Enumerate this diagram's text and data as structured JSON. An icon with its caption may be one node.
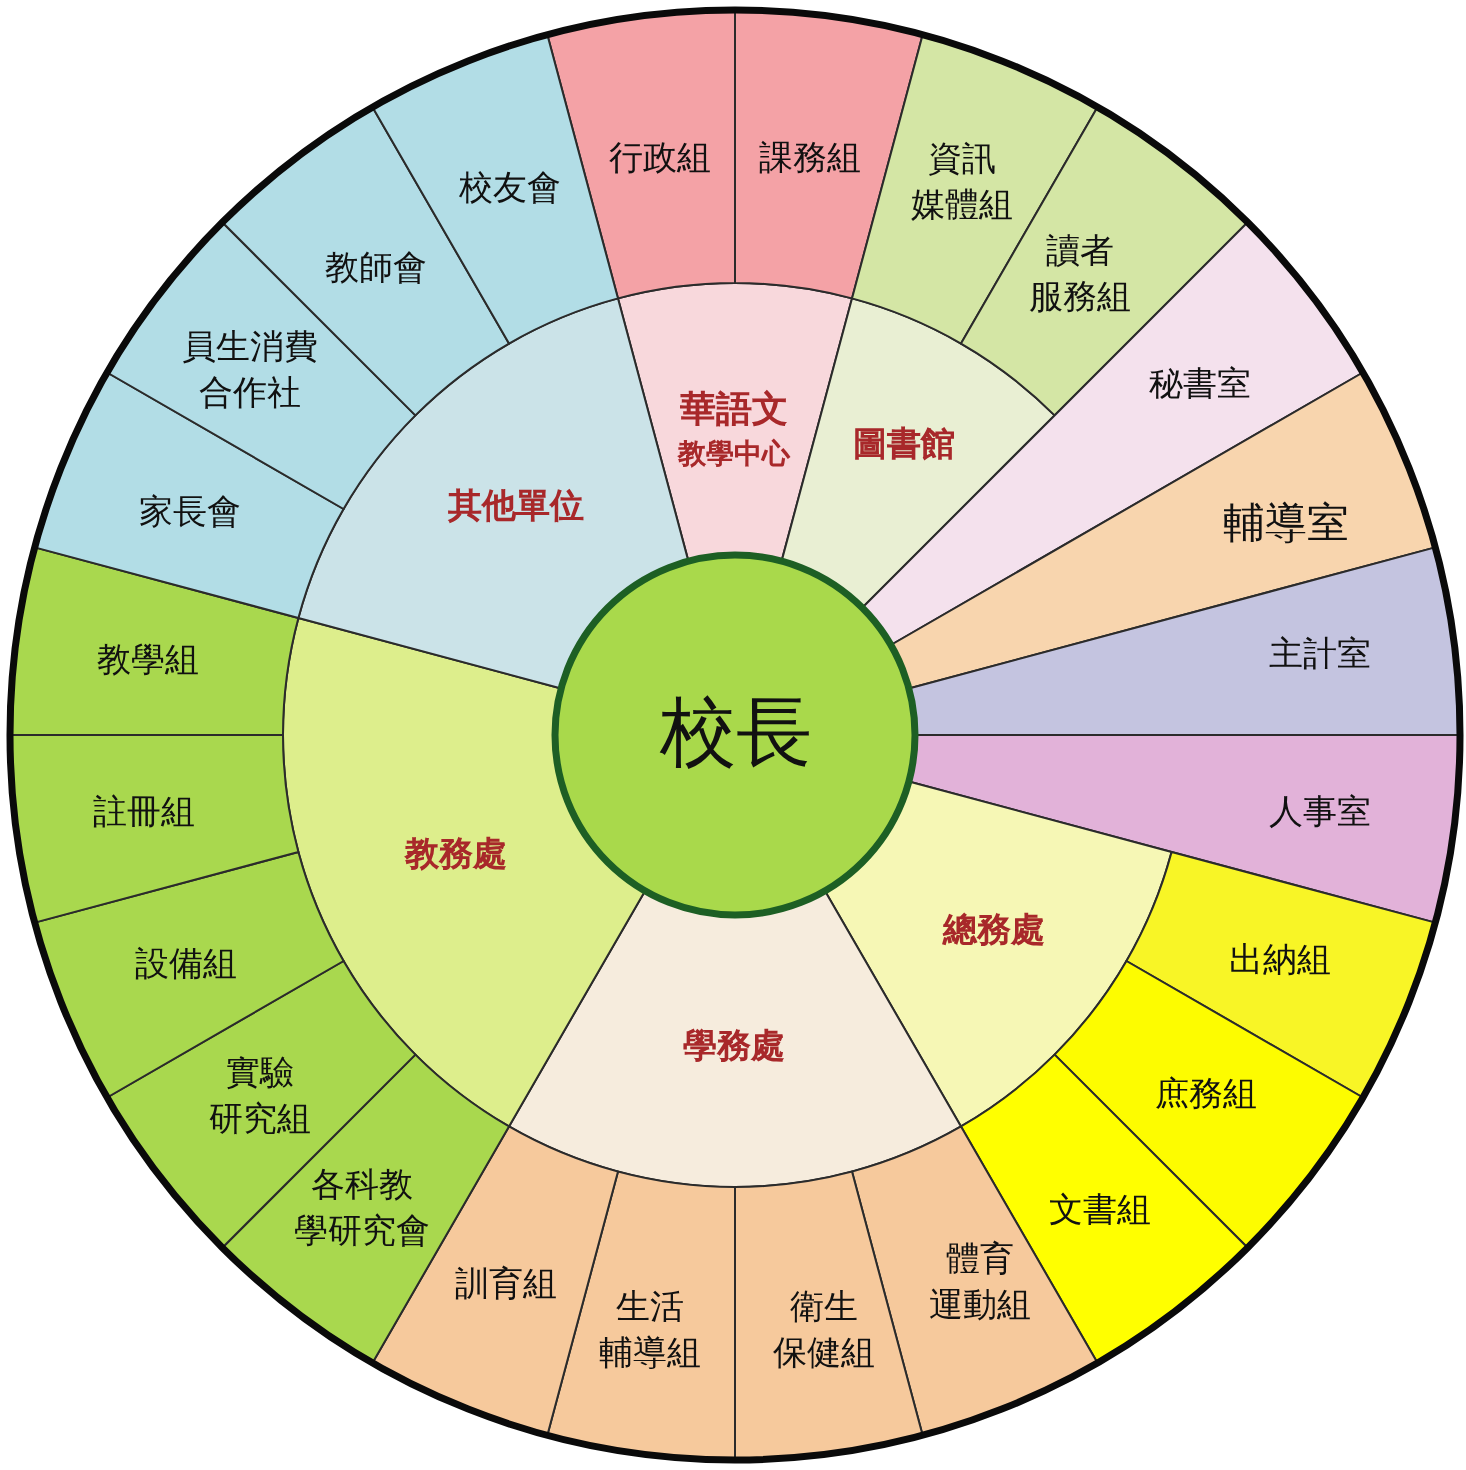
{
  "diagram": {
    "nodes": [
      {
        "text": [
          "校長"
        ]
      },
      {
        "text": [
          "華語文",
          "教學中心"
        ]
      },
      {
        "text": [
          "行政組"
        ]
      },
      {
        "text": [
          "課務組"
        ]
      },
      {
        "text": [
          "圖書館"
        ]
      },
      {
        "text": [
          "資訊媒體組"
        ]
      },
      {
        "text": [
          "讀者服務組"
        ]
      },
      {
        "text": [
          "秘書室"
        ]
      },
      {
        "text": [
          "輔導室"
        ]
      },
      {
        "text": [
          "主計室"
        ]
      },
      {
        "text": [
          "人事室"
        ]
      },
      {
        "text": [
          "總務處"
        ]
      },
      {
        "text": [
          "出納組"
        ]
      },
      {
        "text": [
          "庶務組"
        ]
      },
      {
        "text": [
          "文書組"
        ]
      },
      {
        "text": [
          "學務處"
        ]
      },
      {
        "text": [
          "體育運動組"
        ]
      },
      {
        "text": [
          "衛生保健組"
        ]
      },
      {
        "text": [
          "生活輔導組"
        ]
      },
      {
        "text": [
          "訓育組"
        ]
      },
      {
        "text": [
          "教務處"
        ]
      },
      {
        "text": [
          "各科教學研究會"
        ]
      },
      {
        "text": [
          "實驗研究組"
        ]
      },
      {
        "text": [
          "設備組"
        ]
      },
      {
        "text": [
          "註冊組"
        ]
      },
      {
        "text": [
          "教學組"
        ]
      },
      {
        "text": [
          "其他單位"
        ]
      },
      {
        "text": [
          "家長會"
        ]
      },
      {
        "text": [
          "員生消費合作社"
        ]
      },
      {
        "text": [
          "教師會"
        ]
      },
      {
        "text": [
          "校友會"
        ]
      }
    ]
  }
}
